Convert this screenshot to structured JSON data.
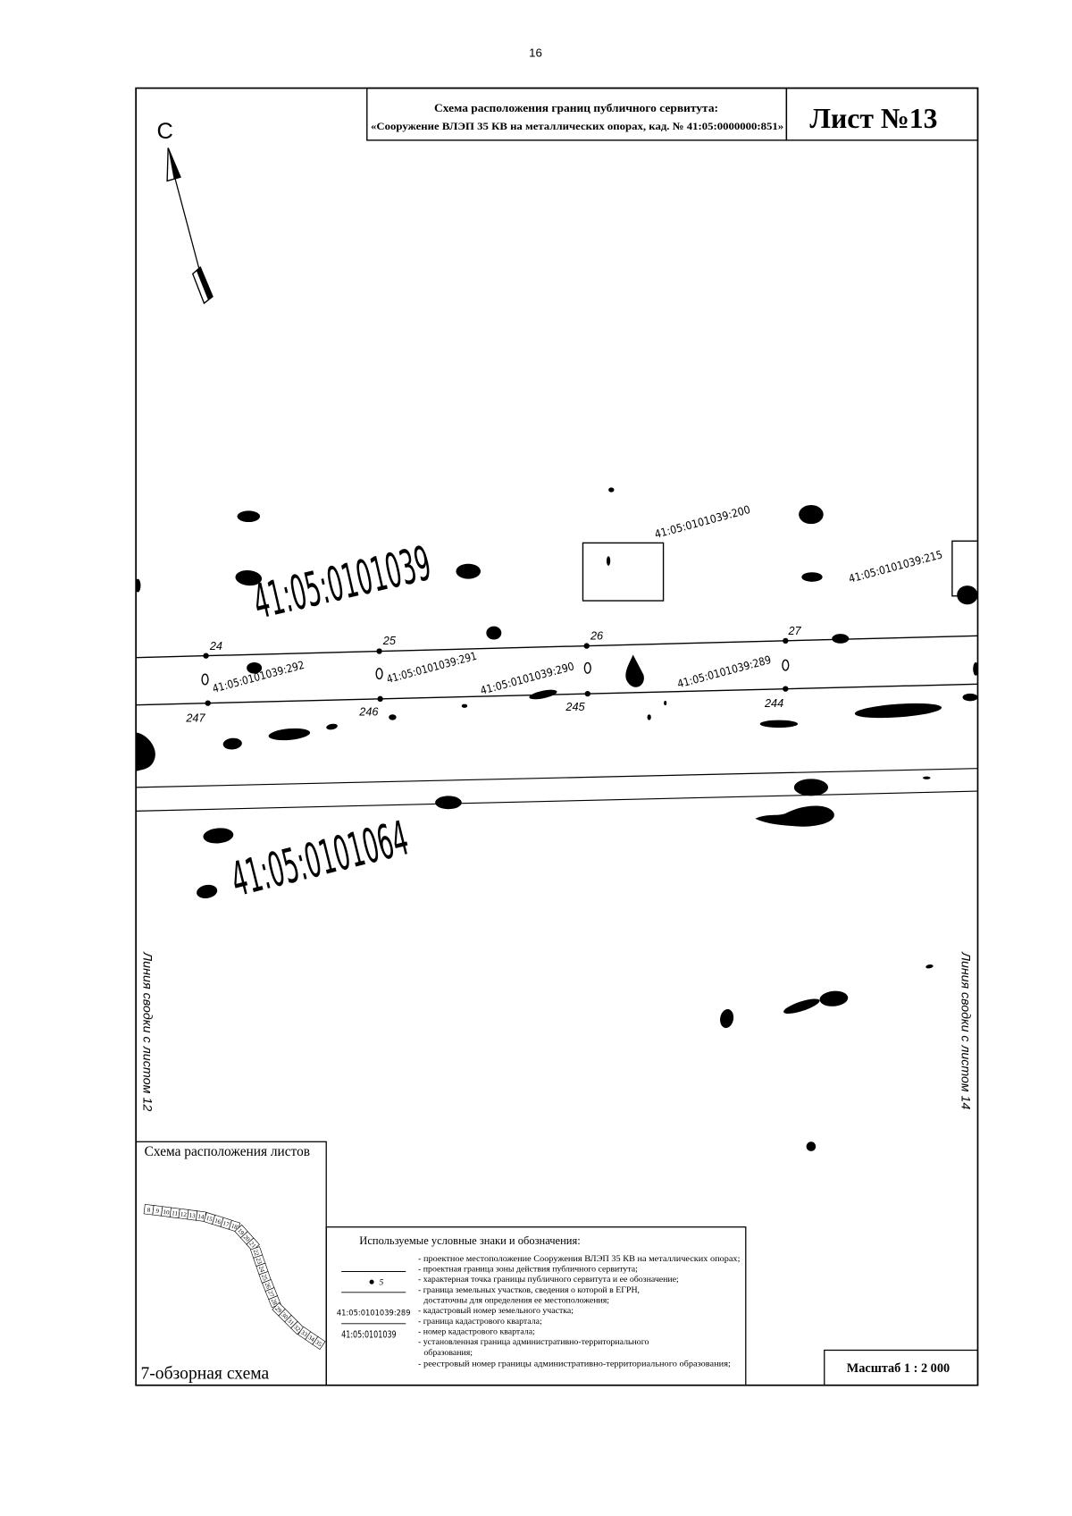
{
  "page_number": "16",
  "title_block": {
    "heading": "Схема расположения границ публичного сервитута:",
    "object": "«Сооружение ВЛЭП 35 КВ на металлических опорах, кад. № 41:05:0000000:851»",
    "sheet_label": "Лист №13"
  },
  "north_arrow": {
    "label": "С",
    "icon": "north-arrow-icon"
  },
  "map": {
    "quarters": {
      "upper": "41:05:0101039",
      "lower": "41:05:0101064"
    },
    "parcels": {
      "p200": "41:05:0101039:200",
      "p215": "41:05:0101039:215",
      "p292": "41:05:0101039:292",
      "p291": "41:05:0101039:291",
      "p290": "41:05:0101039:290",
      "p289": "41:05:0101039:289"
    },
    "boundary_points_north": [
      "24",
      "25",
      "26",
      "27"
    ],
    "boundary_points_south": [
      "247",
      "246",
      "245",
      "244"
    ],
    "joint_line_left": "Линия сводки с листом 12",
    "joint_line_right": "Линия сводки с листом 14"
  },
  "overview": {
    "title": "Схема расположения листов",
    "caption": "7-обзорная схема",
    "sheets": [
      "8",
      "9",
      "10",
      "11",
      "12",
      "13",
      "14",
      "15",
      "16",
      "17",
      "18",
      "19",
      "20",
      "21",
      "22",
      "23",
      "24",
      "25",
      "26",
      "27",
      "28",
      "29",
      "30",
      "31",
      "32",
      "33",
      "34",
      "35"
    ]
  },
  "legend": {
    "title": "Используемые условные знаки и обозначения:",
    "point_sample": "5",
    "parcel_sample": "41:05:0101039:289",
    "quarter_sample": "41:05:0101039",
    "lines": [
      "- проектное местоположение Сооружения ВЛЭП 35 КВ на металлических опорах;",
      "- проектная граница зоны действия публичного сервитута;",
      "- характерная точка границы публичного сервитута и ее обозначение;",
      "- граница земельных участков, сведения о которой в ЕГРН,",
      "достаточны для определения ее местоположения;",
      "- кадастровый номер земельного участка;",
      "- граница кадастрового квартала;",
      "- номер кадастрового квартала;",
      "- установленная граница административно-территориального",
      "образования;",
      "- реестровый номер границы административно-территориального  образования;"
    ]
  },
  "scale": "Масштаб 1 : 2 000"
}
